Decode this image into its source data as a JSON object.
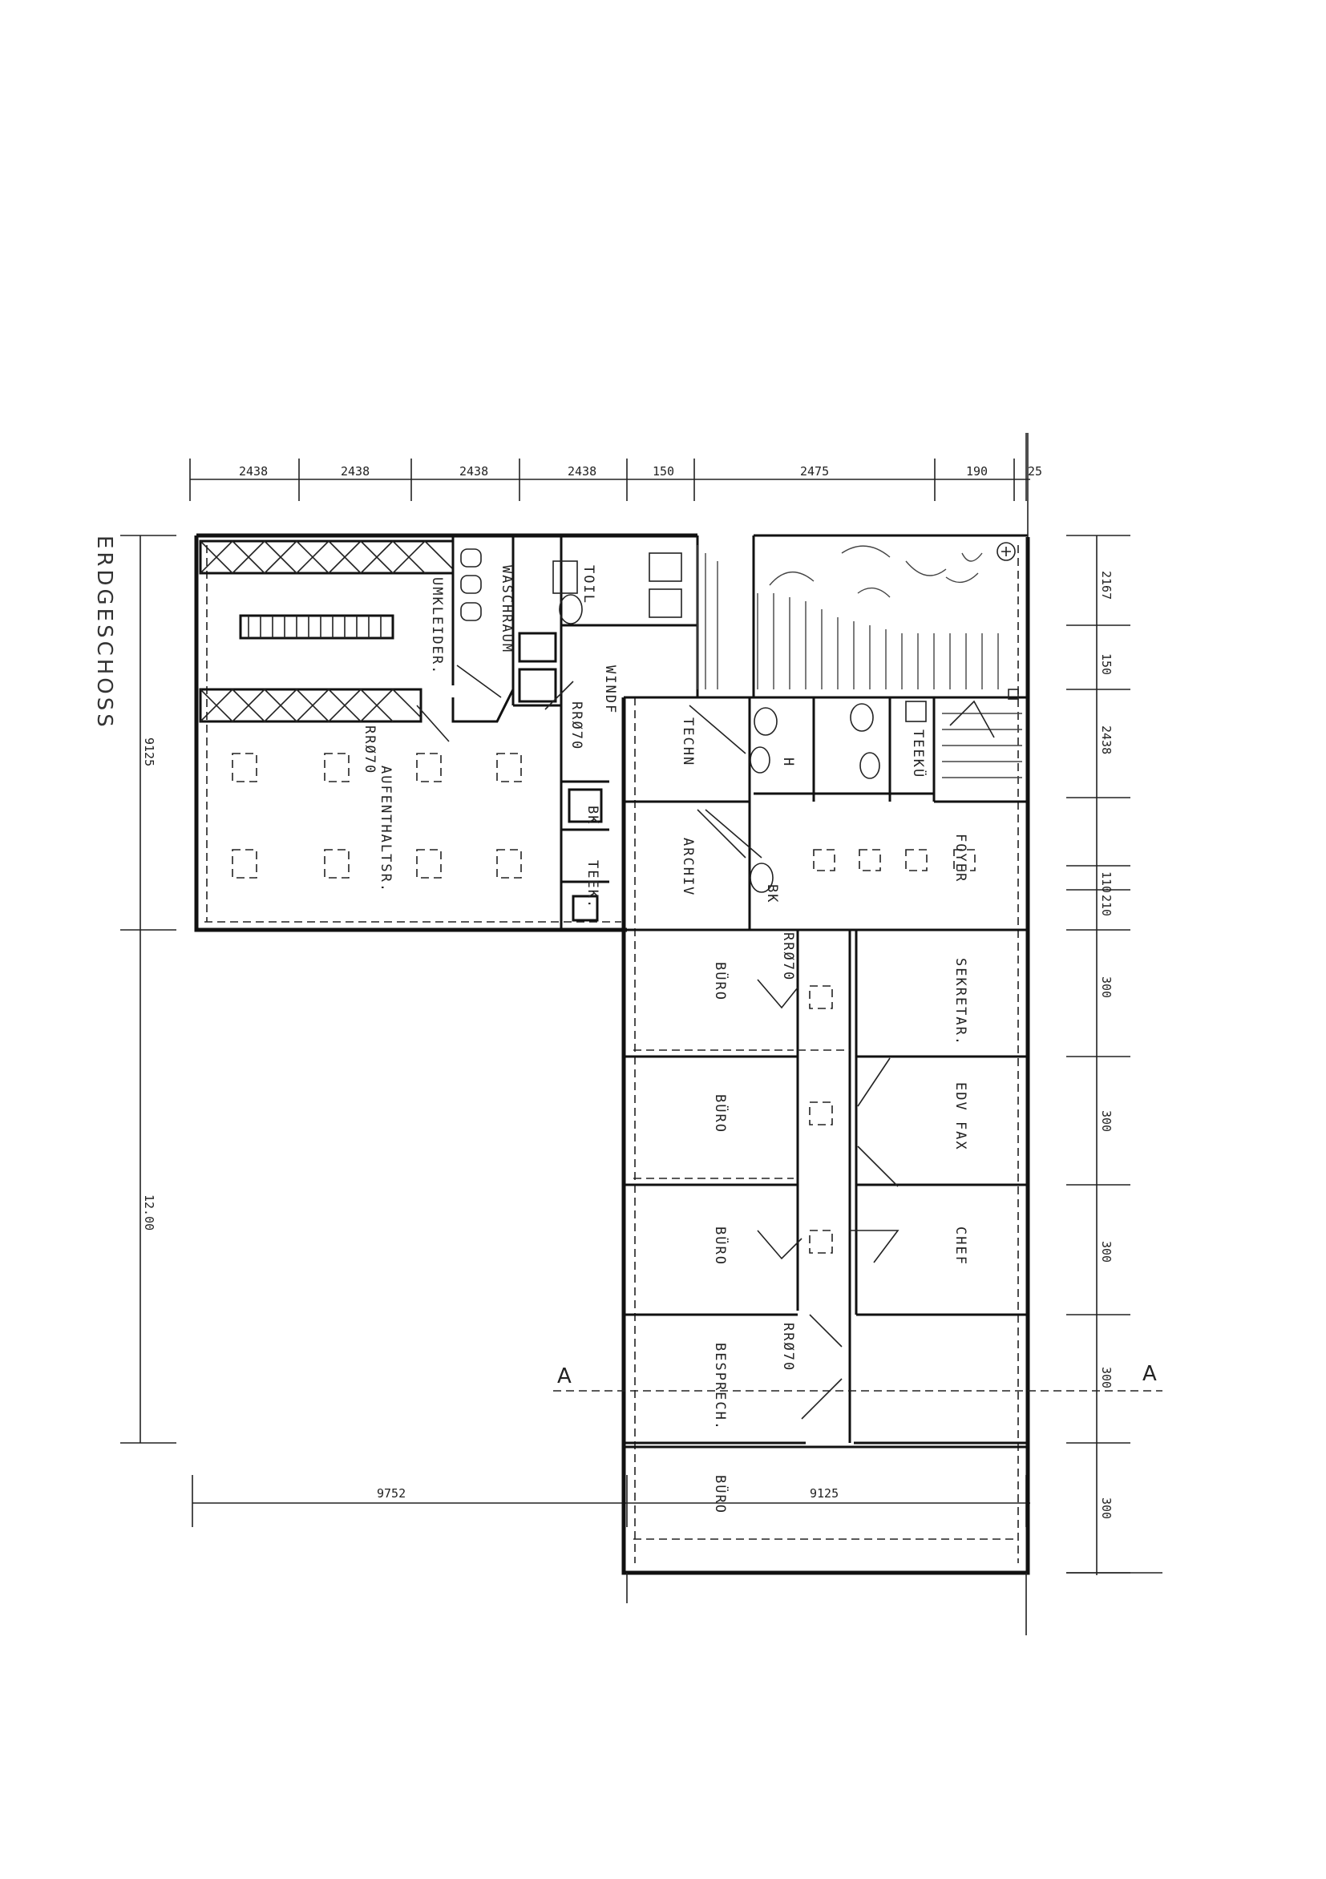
{
  "title": "ERDGESCHOSS",
  "rooms": {
    "umkleider": "UMKLEIDER.",
    "waschraum": "WASCHRAUM",
    "aufenthaltsr": "AUFENTHALTSR.",
    "toil": "TOIL",
    "windf": "WINDF",
    "rr70_a": "RRØ70",
    "rr70_b": "RRØ70",
    "rr70_c": "RRØ70",
    "rr70_d": "RRØ70",
    "bk_a": "BK",
    "bk_b": "BK",
    "teek": "TEEK.",
    "techn": "TECHN",
    "archiv": "ARCHIV",
    "h": "H",
    "teekue": "TEEKÜ",
    "foyer": "FOYER",
    "buero_1": "BÜRO",
    "buero_2": "BÜRO",
    "buero_3": "BÜRO",
    "buero_4": "BÜRO",
    "sekretar": "SEKRETAR.",
    "edv_fax": "EDV FAX",
    "chef": "CHEF",
    "besprech": "BESPRECH."
  },
  "dims_top": [
    "2438",
    "2438",
    "2438",
    "2438",
    "150",
    "2475",
    "190",
    "25"
  ],
  "dims_right": [
    "2167",
    "150",
    "2438",
    "110",
    "210",
    "300",
    "300",
    "300",
    "300",
    "300"
  ],
  "dims_left": [
    "9125",
    "12.00"
  ],
  "dims_bottom": [
    "9752",
    "9125"
  ],
  "section": {
    "left": "A",
    "right": "A"
  },
  "symbols": {
    "compass": "north-symbol"
  },
  "colors": {
    "ink": "#111111",
    "paper": "#ffffff"
  }
}
